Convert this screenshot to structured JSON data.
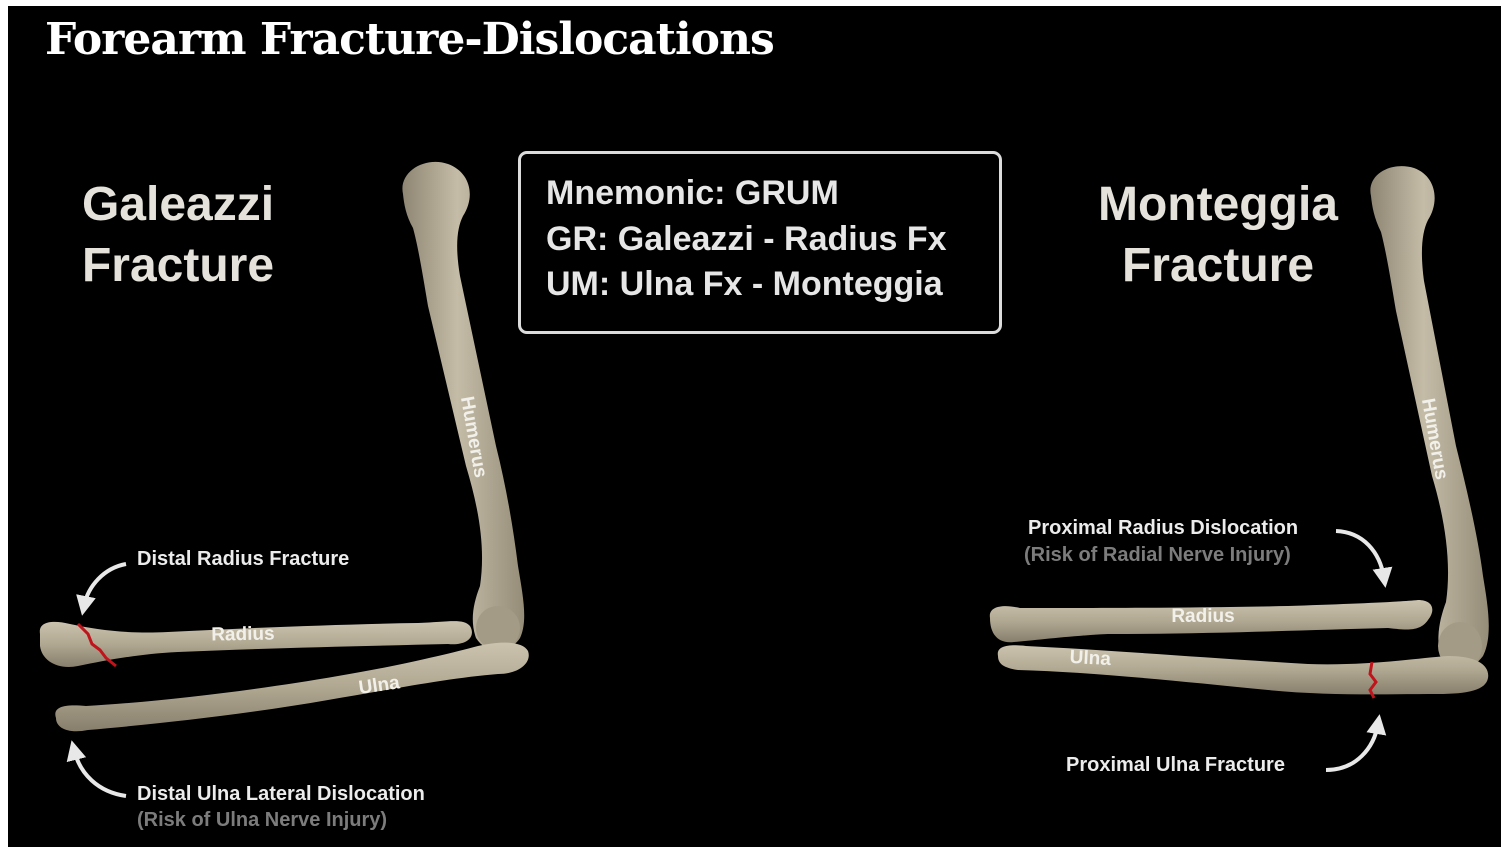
{
  "title": "Forearm Fracture-Dislocations",
  "galeazzi": {
    "heading_line1": "Galeazzi",
    "heading_line2": "Fracture",
    "bones": {
      "humerus": "Humerus",
      "radius": "Radius",
      "ulna": "Ulna"
    },
    "fracture_label": "Distal Radius Fracture",
    "dislocation_label": "Distal Ulna Lateral Dislocation",
    "dislocation_risk": "(Risk of Ulna Nerve Injury)"
  },
  "monteggia": {
    "heading_line1": "Monteggia",
    "heading_line2": "Fracture",
    "bones": {
      "humerus": "Humerus",
      "radius": "Radius",
      "ulna": "Ulna"
    },
    "dislocation_label": "Proximal Radius Dislocation",
    "dislocation_risk": "(Risk of Radial Nerve Injury)",
    "fracture_label": "Proximal Ulna Fracture"
  },
  "mnemonic": {
    "line1": "Mnemonic: GRUM",
    "line2": "GR: Galeazzi - Radius Fx",
    "line3": "UM: Ulna Fx - Monteggia"
  },
  "colors": {
    "background": "#000000",
    "bone": "#b4ab96",
    "bone_shadow": "#8a8270",
    "fracture": "#c0141c",
    "text": "#ffffff",
    "subtext": "#7c7c7c"
  }
}
